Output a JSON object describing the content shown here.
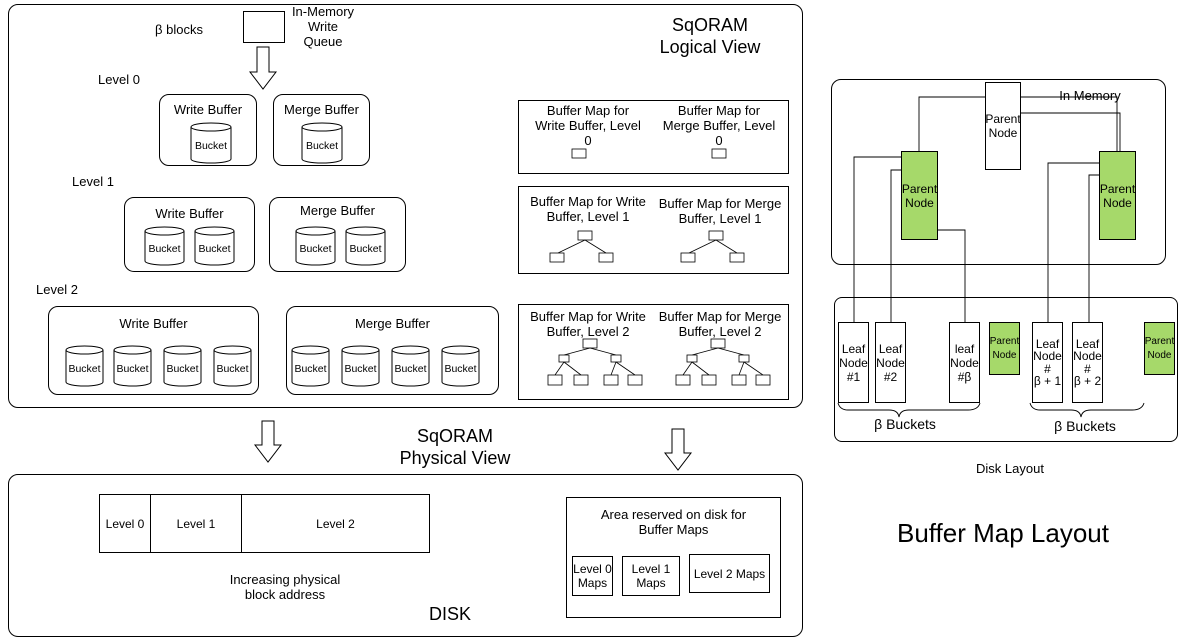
{
  "logical_view": {
    "title": "SqORAM\nLogical View",
    "beta_blocks": "β blocks",
    "write_queue": "In-Memory\nWrite\nQueue",
    "level0": {
      "label": "Level 0",
      "write_buffer": "Write Buffer",
      "merge_buffer": "Merge Buffer",
      "bucket": "Bucket"
    },
    "level1": {
      "label": "Level 1",
      "write_buffer": "Write Buffer",
      "merge_buffer": "Merge Buffer",
      "bucket": "Bucket"
    },
    "level2": {
      "label": "Level 2",
      "write_buffer": "Write Buffer",
      "merge_buffer": "Merge Buffer",
      "bucket": "Bucket"
    },
    "maps": {
      "l0_write": "Buffer Map for\nWrite Buffer, Level\n0",
      "l0_merge": "Buffer Map for\nMerge Buffer, Level\n0",
      "l1_write": "Buffer Map for Write\nBuffer, Level 1",
      "l1_merge": "Buffer Map for Merge\nBuffer, Level 1",
      "l2_write": "Buffer Map for Write\nBuffer, Level 2",
      "l2_merge": "Buffer Map for Merge\nBuffer, Level 2"
    }
  },
  "physical_view": {
    "title": "SqORAM\nPhysical View",
    "level0": "Level 0",
    "level1": "Level 1",
    "level2": "Level 2",
    "address": "Increasing physical\nblock address",
    "disk": "DISK",
    "reserved": "Area reserved on disk for\nBuffer Maps",
    "l0_maps": "Level 0\nMaps",
    "l1_maps": "Level 1\nMaps",
    "l2_maps": "Level 2 Maps"
  },
  "buffer_map_layout": {
    "in_memory": "In Memory",
    "parent_node": "Parent\nNode",
    "leaf1": "Leaf\nNode\n#1",
    "leaf2": "Leaf\nNode\n#2",
    "leaf_beta": "leaf\nNode\n#β",
    "leaf_beta1": "Leaf\nNode\n#\nβ + 1",
    "leaf_beta2": "Leaf\nNode\n#\nβ + 2",
    "beta_buckets": "β Buckets",
    "disk_layout": "Disk Layout",
    "title": "Buffer Map Layout"
  },
  "colors": {
    "parent_green": "#a6d96a",
    "stroke": "#000000"
  }
}
